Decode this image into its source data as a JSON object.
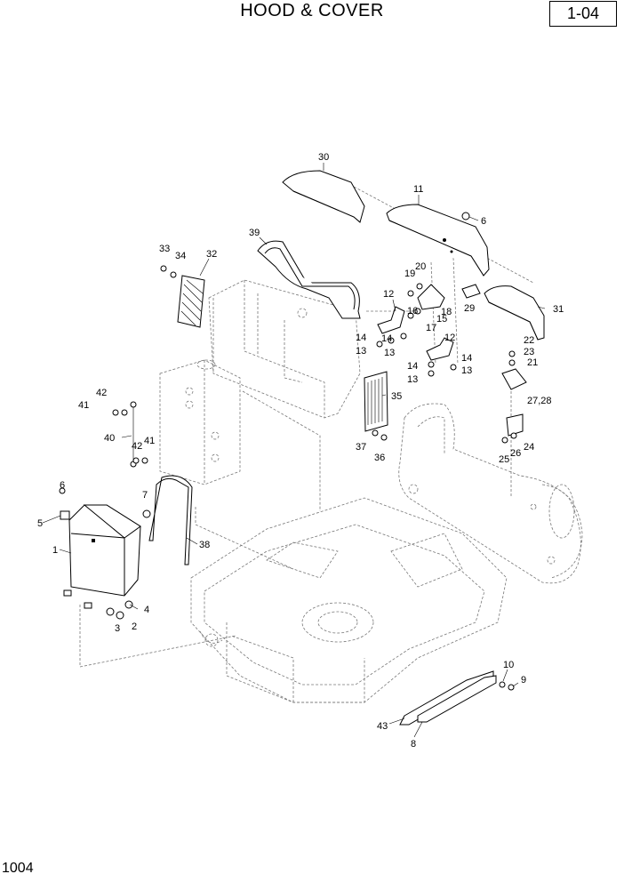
{
  "title": "HOOD & COVER",
  "page_ref": "1-04",
  "page_number": "1004",
  "callouts": {
    "c30": "30",
    "c11": "11",
    "c6a": "6",
    "c39": "39",
    "c33": "33",
    "c34": "34",
    "c32": "32",
    "c12a": "12",
    "c19": "19",
    "c20": "20",
    "c29": "29",
    "c31": "31",
    "c15": "15",
    "c18": "18",
    "c16": "16",
    "c17": "17",
    "c14a": "14",
    "c14b": "14",
    "c13a": "13",
    "c13b": "13",
    "c12b": "12",
    "c22": "22",
    "c23": "23",
    "c21": "21",
    "c14c": "14",
    "c14d": "14",
    "c13c": "13",
    "c13d": "13",
    "c35": "35",
    "c27_28": "27,28",
    "c42a": "42",
    "c41a": "41",
    "c40": "40",
    "c42b": "42",
    "c41b": "41",
    "c37": "37",
    "c36": "36",
    "c24": "24",
    "c26": "26",
    "c25": "25",
    "c6b": "6",
    "c7": "7",
    "c5": "5",
    "c1": "1",
    "c38": "38",
    "c4": "4",
    "c3": "3",
    "c2": "2",
    "c10": "10",
    "c9": "9",
    "c43": "43",
    "c8": "8"
  }
}
